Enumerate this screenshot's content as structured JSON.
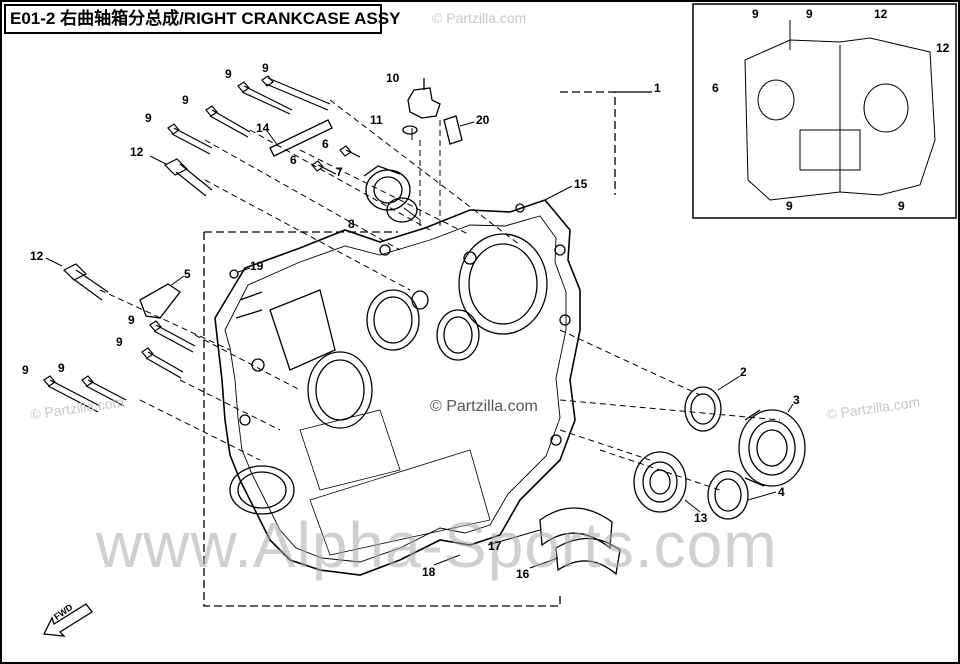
{
  "title": "E01-2 右曲轴箱分总成/RIGHT CRANKCASE ASSY",
  "watermarks": {
    "center": "© Partzilla.com",
    "top": "© Partzilla.com",
    "left": "© Partzilla.com",
    "right": "© Partzilla.com",
    "bottom": "www.Alpha-Sports.com"
  },
  "fwd_label": "FWD",
  "callouts": [
    {
      "id": "c1",
      "label": "1"
    },
    {
      "id": "c2",
      "label": "2"
    },
    {
      "id": "c3",
      "label": "3"
    },
    {
      "id": "c4",
      "label": "4"
    },
    {
      "id": "c5",
      "label": "5"
    },
    {
      "id": "c6a",
      "label": "6"
    },
    {
      "id": "c6b",
      "label": "6"
    },
    {
      "id": "c7",
      "label": "7"
    },
    {
      "id": "c8",
      "label": "8"
    },
    {
      "id": "c9a",
      "label": "9"
    },
    {
      "id": "c9b",
      "label": "9"
    },
    {
      "id": "c9c",
      "label": "9"
    },
    {
      "id": "c9d",
      "label": "9"
    },
    {
      "id": "c9e",
      "label": "9"
    },
    {
      "id": "c9f",
      "label": "9"
    },
    {
      "id": "c9g",
      "label": "9"
    },
    {
      "id": "c9h",
      "label": "9"
    },
    {
      "id": "c10",
      "label": "10"
    },
    {
      "id": "c11",
      "label": "11"
    },
    {
      "id": "c12a",
      "label": "12"
    },
    {
      "id": "c12b",
      "label": "12"
    },
    {
      "id": "c13",
      "label": "13"
    },
    {
      "id": "c14",
      "label": "14"
    },
    {
      "id": "c15",
      "label": "15"
    },
    {
      "id": "c16",
      "label": "16"
    },
    {
      "id": "c17",
      "label": "17"
    },
    {
      "id": "c18",
      "label": "18"
    },
    {
      "id": "c19",
      "label": "19"
    },
    {
      "id": "c20",
      "label": "20"
    },
    {
      "id": "i9a",
      "label": "9"
    },
    {
      "id": "i9b",
      "label": "9"
    },
    {
      "id": "i12a",
      "label": "12"
    },
    {
      "id": "i12b",
      "label": "12"
    },
    {
      "id": "i6",
      "label": "6"
    },
    {
      "id": "i9c",
      "label": "9"
    },
    {
      "id": "i9d",
      "label": "9"
    }
  ]
}
